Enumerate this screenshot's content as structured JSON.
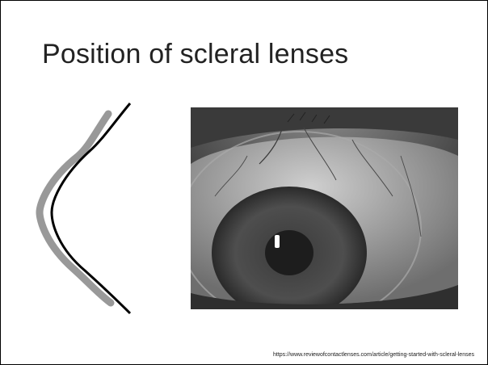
{
  "slide": {
    "title": "Position of scleral lenses",
    "source_url": "https://www.reviewofcontactlenses.com/article/getting-started-with-scleral-lenses"
  },
  "diagram": {
    "lens_color": "#999999",
    "eye_color": "#000000"
  },
  "photo": {
    "subject": "eye-with-scleral-lens"
  }
}
